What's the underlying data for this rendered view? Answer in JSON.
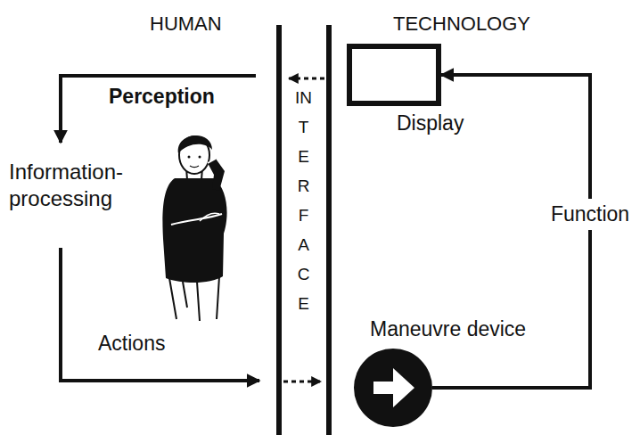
{
  "diagram": {
    "nodes": [
      {
        "text": [
          "Display"
        ]
      },
      {
        "text": [
          "Maneuvre device"
        ]
      }
    ],
    "edges": [
      {
        "from": 1,
        "to": 0,
        "arrow": "to",
        "label": "Function"
      }
    ],
    "labels": [
      "HUMAN",
      "TECHNOLOGY",
      "INTERFACE",
      "Perception",
      "Information- processing",
      "Actions"
    ]
  }
}
